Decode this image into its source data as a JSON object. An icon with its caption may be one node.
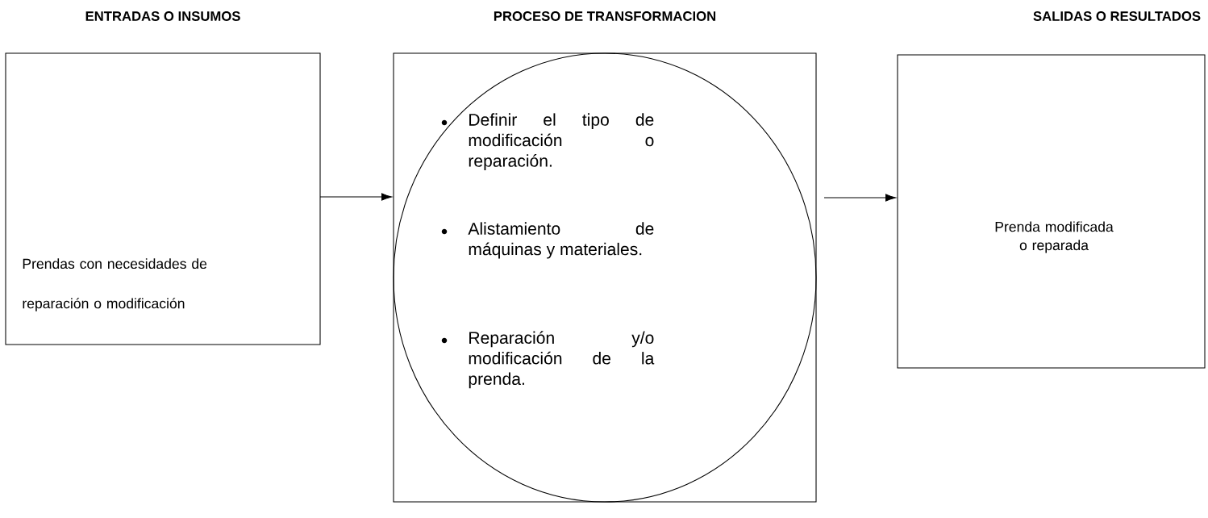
{
  "diagram": {
    "nodes": [
      {
        "text": [
          "ENTRADAS O INSUMOS",
          "Prendas con necesidades de reparación o modificación"
        ]
      },
      {
        "text": [
          "PROCESO DE TRANSFORMACION"
        ]
      },
      {
        "text": [
          "Definir el tipo de modificación o reparación.",
          "Alistamiento de máquinas y materiales.",
          "Reparación y/o modificación de la prenda."
        ],
        "in": 1
      },
      {
        "text": [
          "SALIDAS O RESULTADOS",
          "Prenda modificada o reparada"
        ]
      }
    ],
    "edges": [
      {
        "from": 0,
        "to": 1,
        "arrow": "to"
      },
      {
        "from": 1,
        "to": 3,
        "arrow": "to"
      }
    ]
  }
}
